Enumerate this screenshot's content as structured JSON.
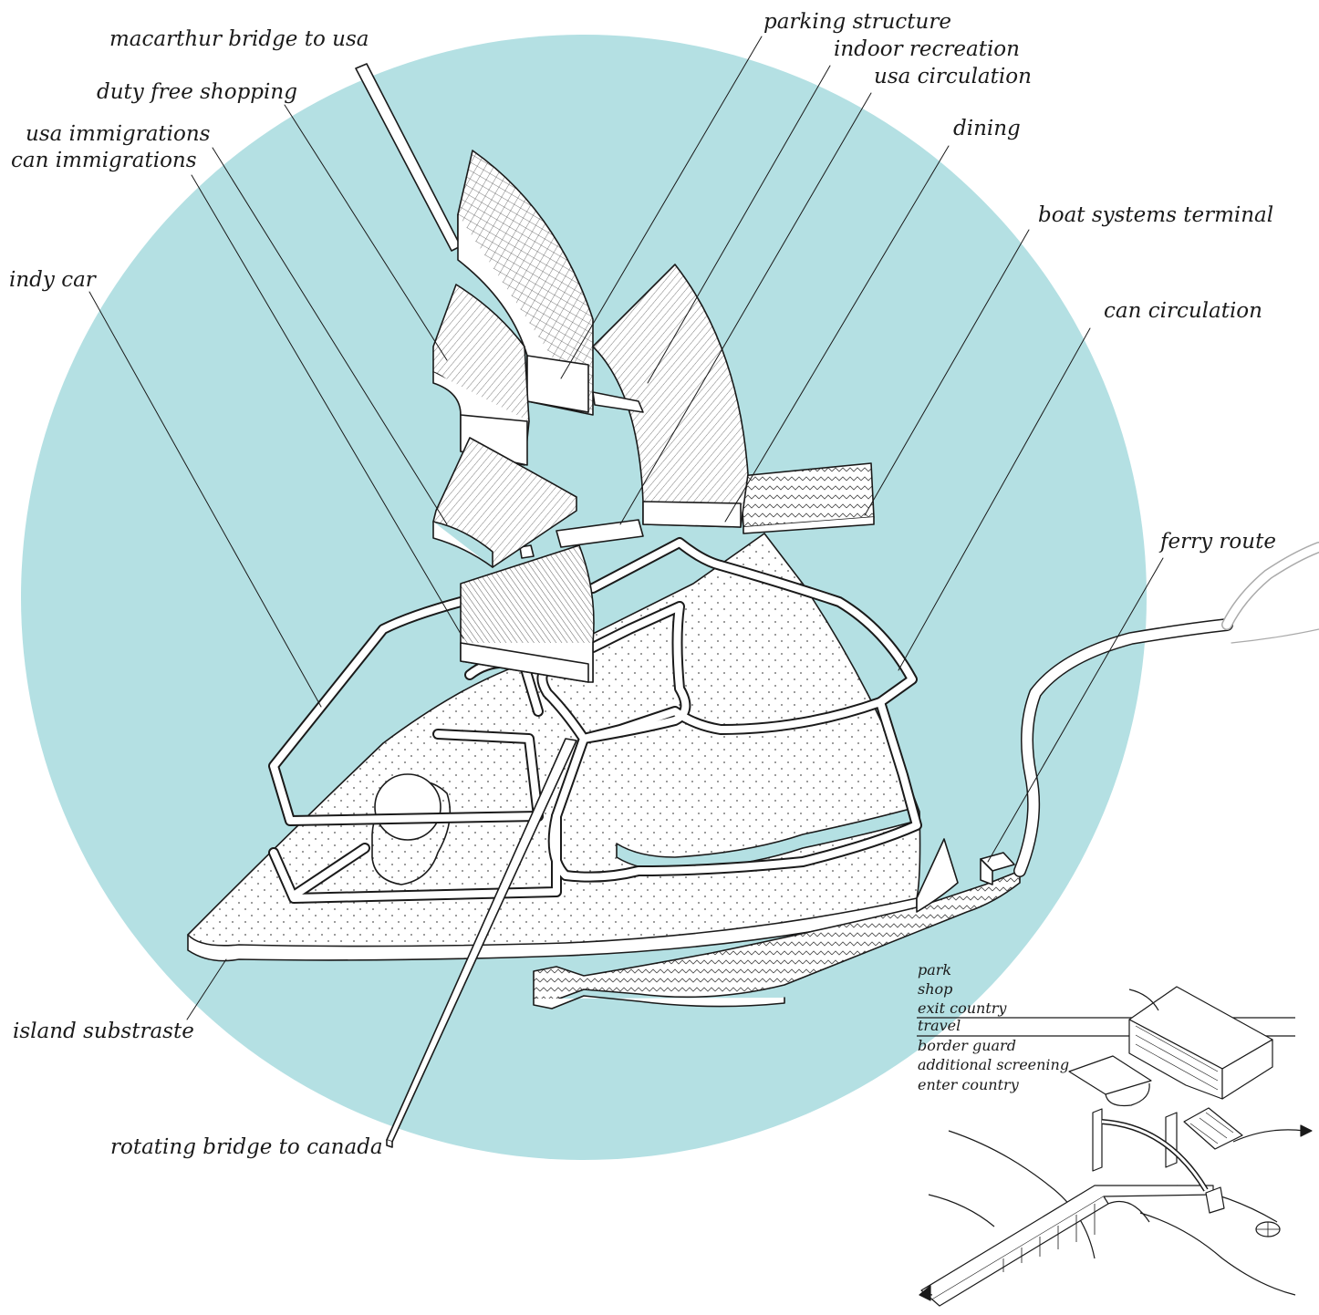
{
  "colors": {
    "water": "#b4e0e3",
    "ink": "#1a1a1a",
    "paper": "#ffffff"
  },
  "labels": {
    "macarthur_bridge": "macarthur bridge to usa",
    "parking_structure": "parking structure",
    "indoor_recreation": "indoor recreation",
    "usa_circulation": "usa circulation",
    "duty_free": "duty free shopping",
    "dining": "dining",
    "usa_immigrations": "usa immigrations",
    "can_immigrations": "can immigrations",
    "boat_terminal": "boat systems terminal",
    "indy_car": "indy car",
    "can_circulation": "can circulation",
    "ferry_route": "ferry route",
    "island_substrate": "island substraste",
    "rotating_bridge": "rotating bridge to canada"
  },
  "legend": {
    "items": [
      "park",
      "shop",
      "exit country",
      "travel",
      "border guard",
      "additional screening",
      "enter country"
    ]
  }
}
